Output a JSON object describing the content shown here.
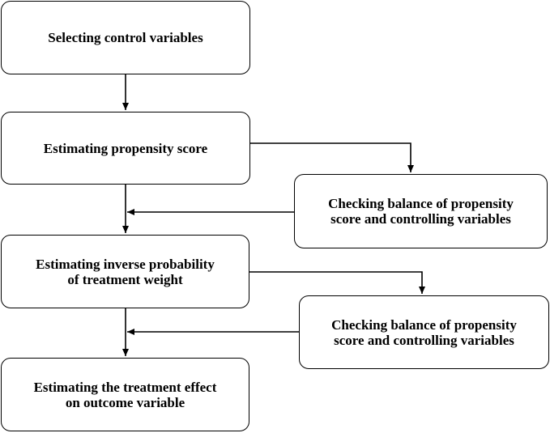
{
  "steps": {
    "s1": "Selecting control variables",
    "s2": "Estimating propensity score",
    "s3": "Checking balance of propensity\nscore and controlling variables",
    "s4": "Estimating inverse probability\nof treatment weight",
    "s5": "Checking balance of propensity\nscore and controlling variables",
    "s6": "Estimating the treatment effect\non outcome variable"
  }
}
